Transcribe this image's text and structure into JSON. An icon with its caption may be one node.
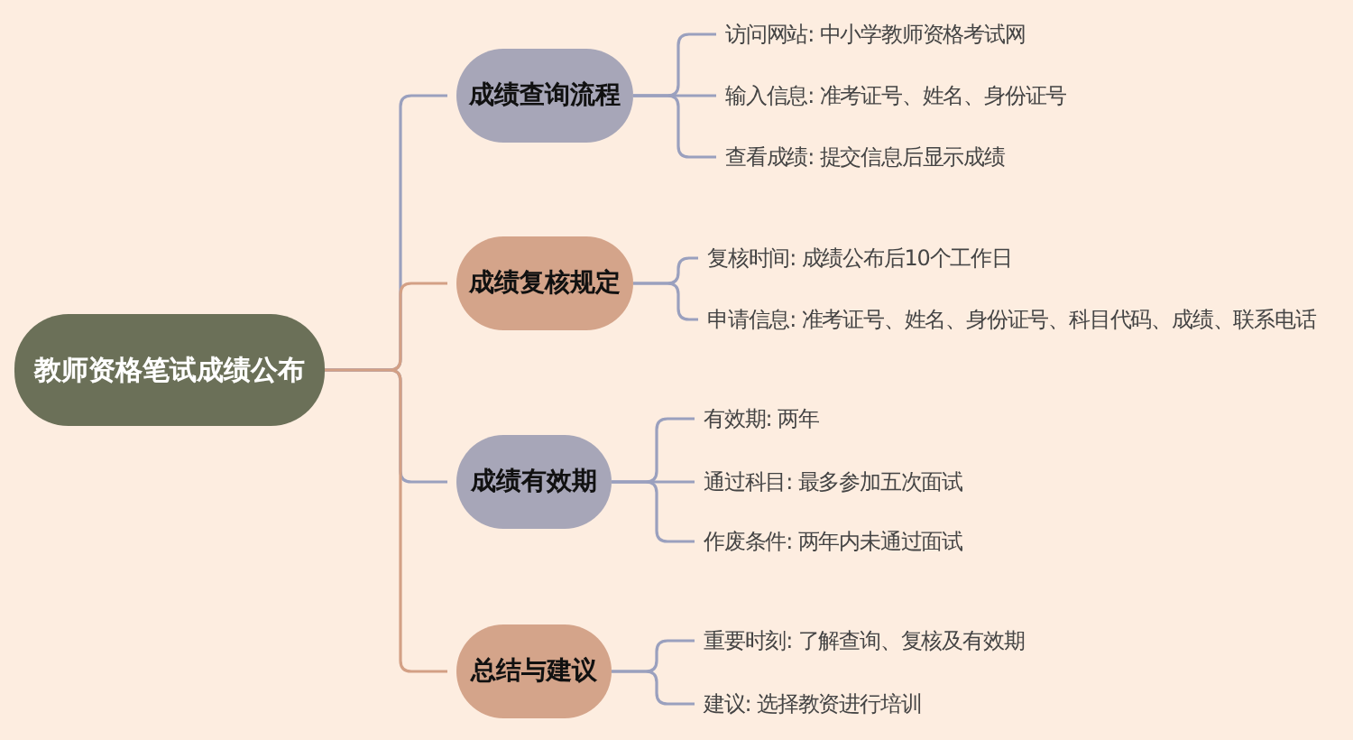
{
  "diagram": {
    "nodes": [
      {
        "text": [
          "教师资格笔试成绩公布"
        ]
      },
      {
        "text": [
          "成绩查询流程"
        ]
      },
      {
        "text": [
          "访问网站: 中小学教师资格考试网"
        ]
      },
      {
        "text": [
          "输入信息: 准考证号、姓名、身份证号"
        ]
      },
      {
        "text": [
          "查看成绩: 提交信息后显示成绩"
        ]
      },
      {
        "text": [
          "成绩复核规定"
        ]
      },
      {
        "text": [
          "复核时间: 成绩公布后10个工作日"
        ]
      },
      {
        "text": [
          "申请信息: 准考证号、姓名、身份证号、科目代码、成绩、联系电话"
        ]
      },
      {
        "text": [
          "成绩有效期"
        ]
      },
      {
        "text": [
          "有效期: 两年"
        ]
      },
      {
        "text": [
          "通过科目: 最多参加五次面试"
        ]
      },
      {
        "text": [
          "作废条件: 两年内未通过面试"
        ]
      },
      {
        "text": [
          "总结与建议"
        ]
      },
      {
        "text": [
          "重要时刻: 了解查询、复核及有效期"
        ]
      },
      {
        "text": [
          "建议: 选择教资进行培训"
        ]
      }
    ],
    "edges": [
      {
        "from": 0,
        "to": 1,
        "arrow": "none"
      },
      {
        "from": 0,
        "to": 5,
        "arrow": "none",
        "color": "#d3a085"
      },
      {
        "from": 0,
        "to": 8,
        "arrow": "none"
      },
      {
        "from": 0,
        "to": 12,
        "arrow": "none",
        "color": "#d3a085"
      },
      {
        "from": 1,
        "to": 2,
        "arrow": "none"
      },
      {
        "from": 1,
        "to": 3,
        "arrow": "none"
      },
      {
        "from": 1,
        "to": 4,
        "arrow": "none"
      },
      {
        "from": 5,
        "to": 6,
        "arrow": "none"
      },
      {
        "from": 5,
        "to": 7,
        "arrow": "none"
      },
      {
        "from": 8,
        "to": 9,
        "arrow": "none"
      },
      {
        "from": 8,
        "to": 10,
        "arrow": "none"
      },
      {
        "from": 8,
        "to": 11,
        "arrow": "none"
      },
      {
        "from": 12,
        "to": 13,
        "arrow": "none"
      },
      {
        "from": 12,
        "to": 14,
        "arrow": "none"
      }
    ]
  }
}
